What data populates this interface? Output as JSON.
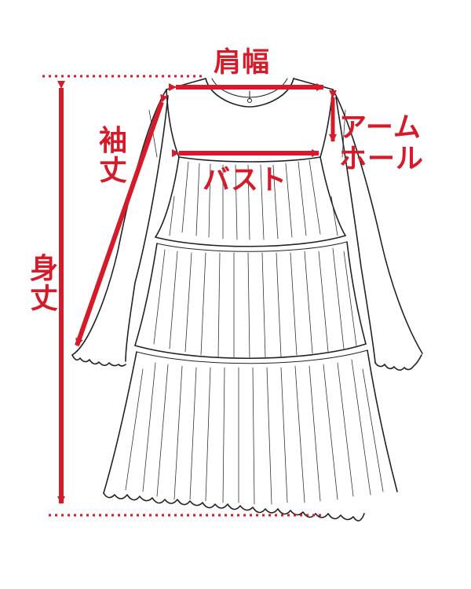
{
  "labels": {
    "shoulder_width": "肩幅",
    "sleeve_length": "袖丈",
    "armhole_line1": "アーム",
    "armhole_line2": "ホール",
    "bust": "バスト",
    "body_length": "身丈"
  },
  "colors": {
    "accent": "#d51b2a",
    "line": "#222222",
    "background": "#ffffff"
  }
}
